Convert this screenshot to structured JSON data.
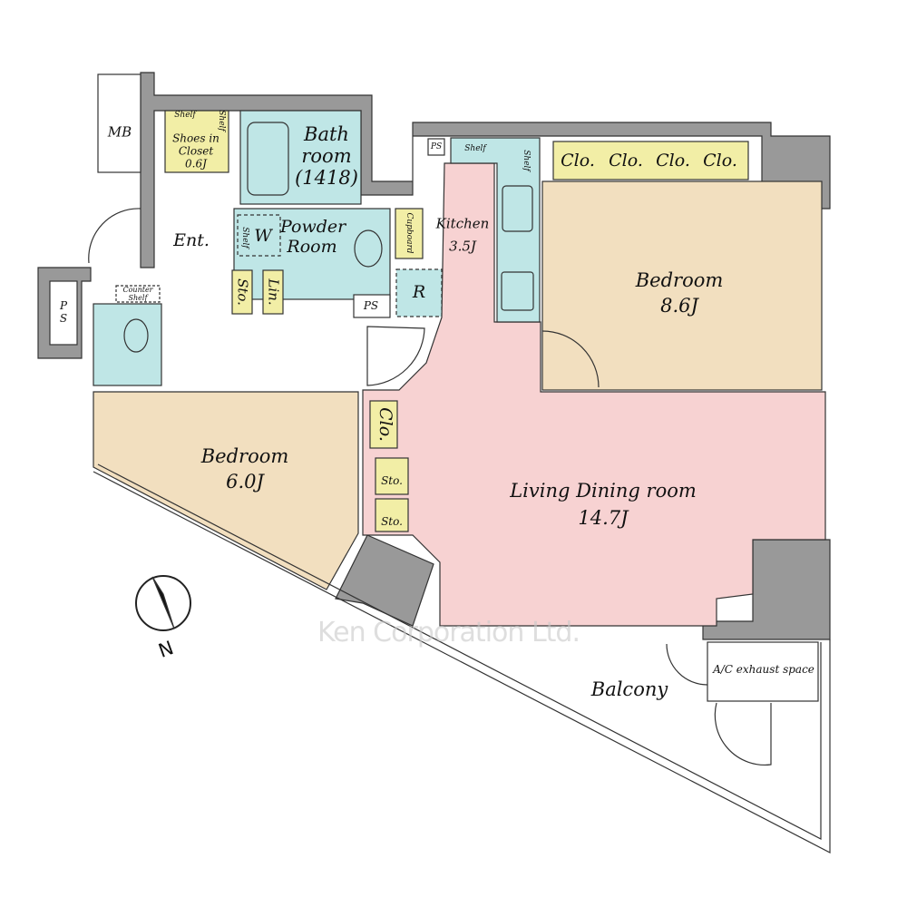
{
  "rooms": {
    "mb": "MB",
    "ps_left": "P S",
    "shelf_top": "Shelf",
    "shelf_side": "Shelf",
    "shoes_closet": "Shoes in Closet 0.6J",
    "bath": "Bath room (1418)",
    "ent": "Ent.",
    "powder_room": "Powder Room",
    "washer": "W",
    "powder_shelf": "Shelf",
    "sto_hall": "Sto.",
    "lin": "Lin.",
    "ps_powder": "PS",
    "counter_shelf": "Counter Shelf",
    "ps_kitchen": "PS",
    "cupboard": "Cupboard",
    "kitchen": "Kitchen",
    "kitchen_size": "3.5J",
    "fridge": "R",
    "kitchen_shelf_top": "Shelf",
    "kitchen_shelf_side": "Shelf",
    "closets": [
      "Clo.",
      "Clo.",
      "Clo.",
      "Clo."
    ],
    "bedroom_a": "Bedroom",
    "bedroom_a_size": "8.6J",
    "bedroom_b": "Bedroom",
    "bedroom_b_size": "6.0J",
    "clo_b": "Clo.",
    "sto_1": "Sto.",
    "sto_2": "Sto.",
    "ldr": "Living Dining room",
    "ldr_size": "14.7J",
    "balcony": "Balcony",
    "ac_space": "A/C exhaust space"
  },
  "compass": "N",
  "watermark": "Ken Corporation Ltd.",
  "colors": {
    "wall": "#999999",
    "wet": "#bfe6e6",
    "storage": "#f2eea6",
    "bedroom": "#f2dfbf",
    "ldk": "#f7d2d2"
  }
}
